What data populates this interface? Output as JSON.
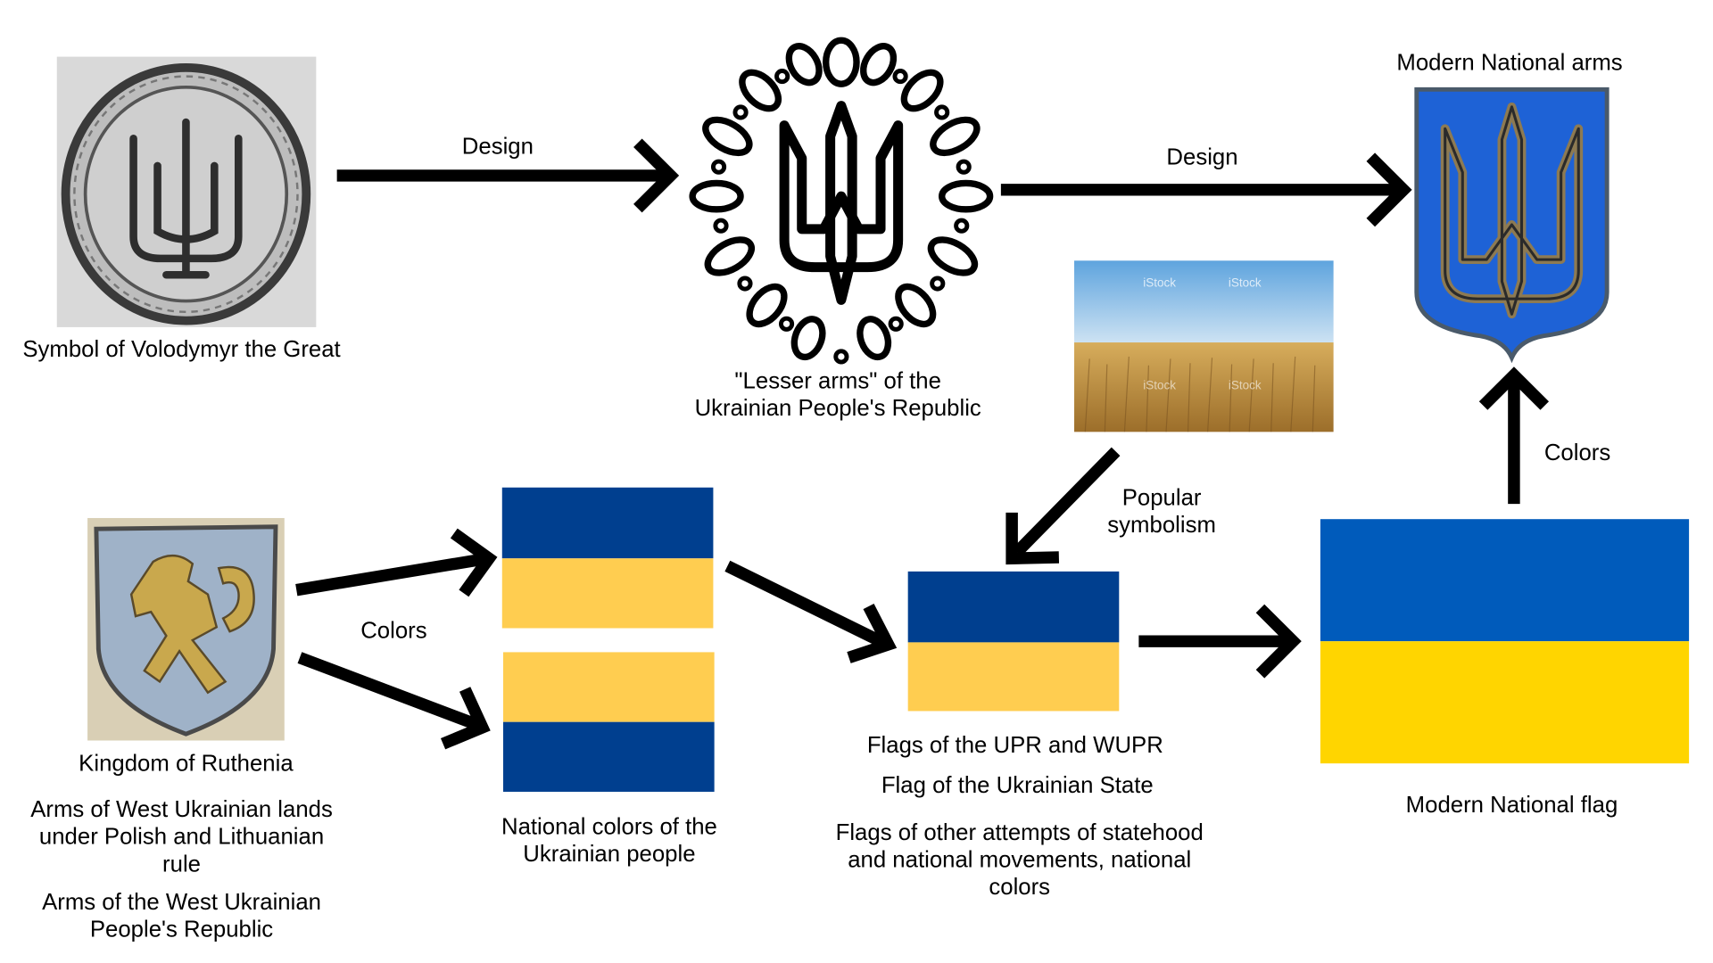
{
  "colors": {
    "dark_blue": "#003f8f",
    "gold": "#ffcd50",
    "modern_blue": "#005bbb",
    "modern_yellow": "#ffd500",
    "arms_blue": "#1e62d6",
    "arms_gold": "#c8a35a"
  },
  "nodes": {
    "volodymyr": {
      "label": "Symbol of Volodymyr the Great"
    },
    "upr_arms": {
      "label": "\"Lesser arms\" of the\nUkrainian People's Republic"
    },
    "modern_arms": {
      "label": "Modern National arms"
    },
    "wheat": {
      "watermark": "iStock"
    },
    "ruthenia": {
      "label": "Kingdom of Ruthenia",
      "label2": "Arms of West Ukrainian lands under Polish and Lithuanian rule",
      "label3": "Arms of the West Ukrainian People's Republic"
    },
    "national_colors": {
      "label": "National colors of the Ukrainian people"
    },
    "upr_flag": {
      "label": "Flags of the UPR and WUPR",
      "label2": "Flag of the Ukrainian State",
      "label3": "Flags of other attempts of statehood and national movements, national colors"
    },
    "modern_flag": {
      "label": "Modern National flag"
    }
  },
  "edges": {
    "design1": "Design",
    "design2": "Design",
    "colors_ruthenia": "Colors",
    "colors_up": "Colors",
    "popular": "Popular\nsymbolism"
  }
}
